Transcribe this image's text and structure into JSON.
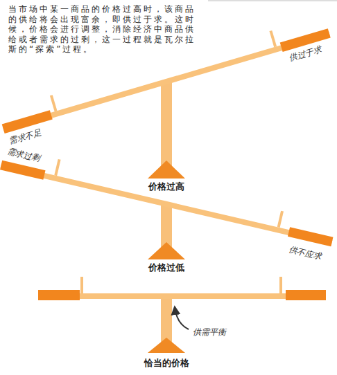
{
  "diagram": {
    "caption": "当市场中某一商品的价格过高时，该商品的供给将会出现富余，即供过于求。这时候，价格会进行调整，消除经济中商品供给或者需求的过剩，这一过程就是瓦尔拉斯的“探索”过程。",
    "labels": [
      "需求不足",
      "供过于求",
      "价格过高",
      "需求过剩",
      "价格过低",
      "供不应求",
      "供需平衡",
      "恰当的价格"
    ]
  }
}
